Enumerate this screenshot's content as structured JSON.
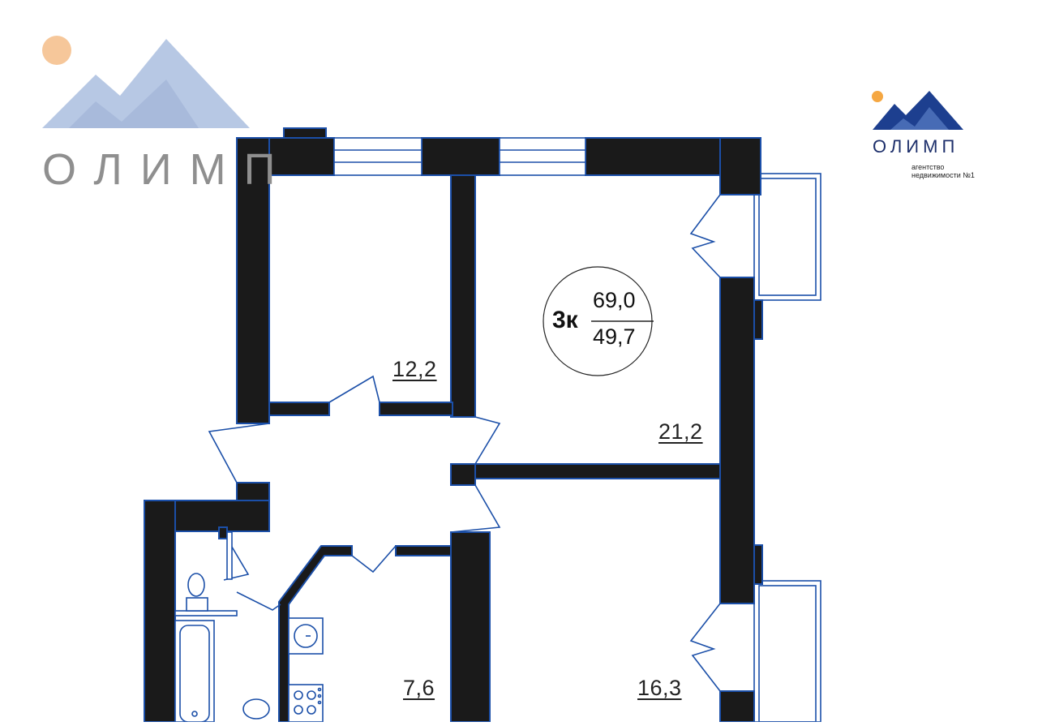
{
  "watermark": {
    "brand": "ОЛИМП"
  },
  "logo": {
    "brand": "ОЛИМП",
    "tagline": "агентство недвижимости №1",
    "sun_color": "#f5a742",
    "mountain_color": "#1d3f8f",
    "watermark_mountain_color": "#a9bcdc"
  },
  "badge": {
    "type": "3к",
    "total_area": "69,0",
    "living_area": "49,7"
  },
  "rooms": [
    {
      "name": "room-1",
      "area": "12,2"
    },
    {
      "name": "room-2",
      "area": "21,2"
    },
    {
      "name": "kitchen",
      "area": "7,6"
    },
    {
      "name": "room-3",
      "area": "16,3"
    }
  ],
  "colors": {
    "wall": "#1a1a1a",
    "outline": "#1b4fa8"
  }
}
